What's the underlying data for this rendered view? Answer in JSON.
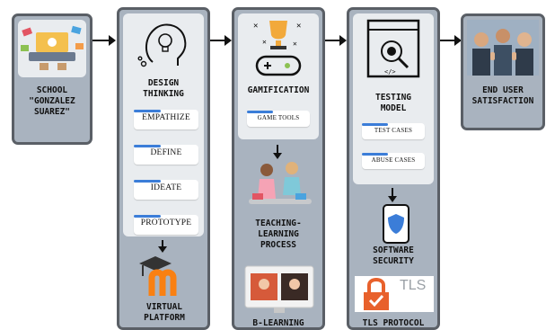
{
  "nodes": {
    "school": "SCHOOL \"GONZALEZ SUAREZ\"",
    "design_thinking": "DESIGN THINKING",
    "gamification": "GAMIFICATION",
    "testing_model": "TESTING MODEL",
    "end_user": "END USER SATISFACTION",
    "virtual_platform": "VIRTUAL PLATFORM",
    "teaching_learning": "TEACHING- LEARNING PROCESS",
    "b_learning": "B-LEARNING",
    "software_security": "SOFTWARE SECURITY",
    "tls_protocol": "TLS PROTOCOL"
  },
  "design_thinking_steps": [
    "EMPATHIZE",
    "DEFINE",
    "IDEATE",
    "PROTOTYPE"
  ],
  "game_tools": "GAME TOOLS",
  "testing_items": [
    "TEST CASES",
    "ABUSE CASES"
  ],
  "tls_badge": "TLS",
  "colors": {
    "box": "#a9b3bf",
    "border": "#5a5f66",
    "inner": "#e9ecef",
    "accent": "#3b7dd8",
    "tls_orange": "#e8612c"
  }
}
